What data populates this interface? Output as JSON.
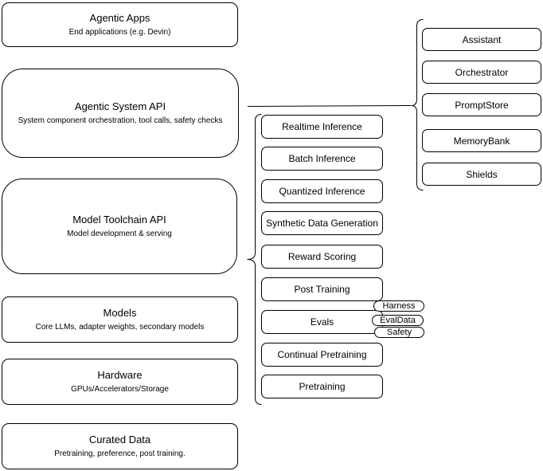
{
  "diagram": {
    "left_stack": [
      {
        "title": "Agentic Apps",
        "subtitle": "End applications (e.g. Devin)"
      },
      {
        "title": "Agentic System API",
        "subtitle": "System component orchestration, tool calls, safety checks"
      },
      {
        "title": "Model Toolchain API",
        "subtitle": "Model development & serving"
      },
      {
        "title": "Models",
        "subtitle": "Core LLMs, adapter weights, secondary models"
      },
      {
        "title": "Hardware",
        "subtitle": "GPUs/Accelerators/Storage"
      },
      {
        "title": "Curated Data",
        "subtitle": "Pretraining, preference, post training."
      }
    ],
    "toolchain_items": [
      "Realtime Inference",
      "Batch Inference",
      "Quantized Inference",
      "Synthetic Data Generation",
      "Reward Scoring",
      "Post Training",
      "Evals",
      "Continual Pretraining",
      "Pretraining"
    ],
    "eval_tags": [
      "Harness",
      "EvalData",
      "Safety"
    ],
    "system_components": [
      "Assistant",
      "Orchestrator",
      "PromptStore",
      "MemoryBank",
      "Shields"
    ],
    "colors": {
      "border": "#000000",
      "background": "#ffffff",
      "text": "#000000"
    }
  }
}
